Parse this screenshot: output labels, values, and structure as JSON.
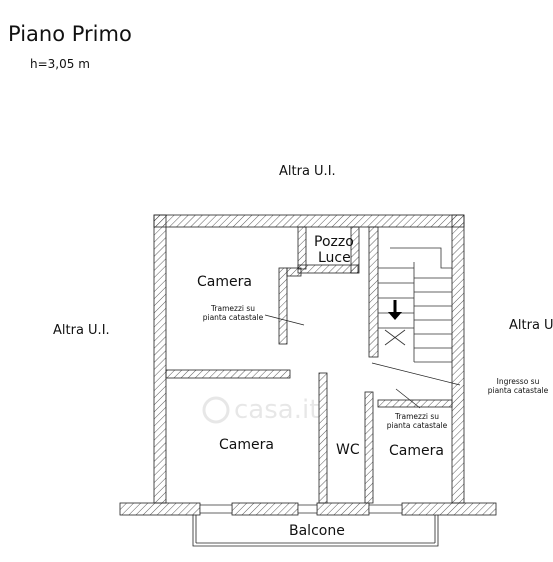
{
  "header": {
    "title": "Piano Primo",
    "height": "h=3,05 m"
  },
  "neighbors": {
    "top": "Altra U.I.",
    "left": "Altra U.I.",
    "right": "Altra U"
  },
  "rooms": {
    "camera_top_left": "Camera",
    "pozzo_line1": "Pozzo",
    "pozzo_line2": "Luce",
    "camera_bottom_left": "Camera",
    "wc": "WC",
    "camera_bottom_right": "Camera",
    "balcone": "Balcone"
  },
  "annotations": {
    "tramezzi_1_line1": "Tramezzi su",
    "tramezzi_1_line2": "pianta catastale",
    "ingresso_line1": "Ingresso su",
    "ingresso_line2": "pianta catastale",
    "tramezzi_2_line1": "Tramezzi su",
    "tramezzi_2_line2": "pianta catastale"
  },
  "watermark": "casa.it"
}
